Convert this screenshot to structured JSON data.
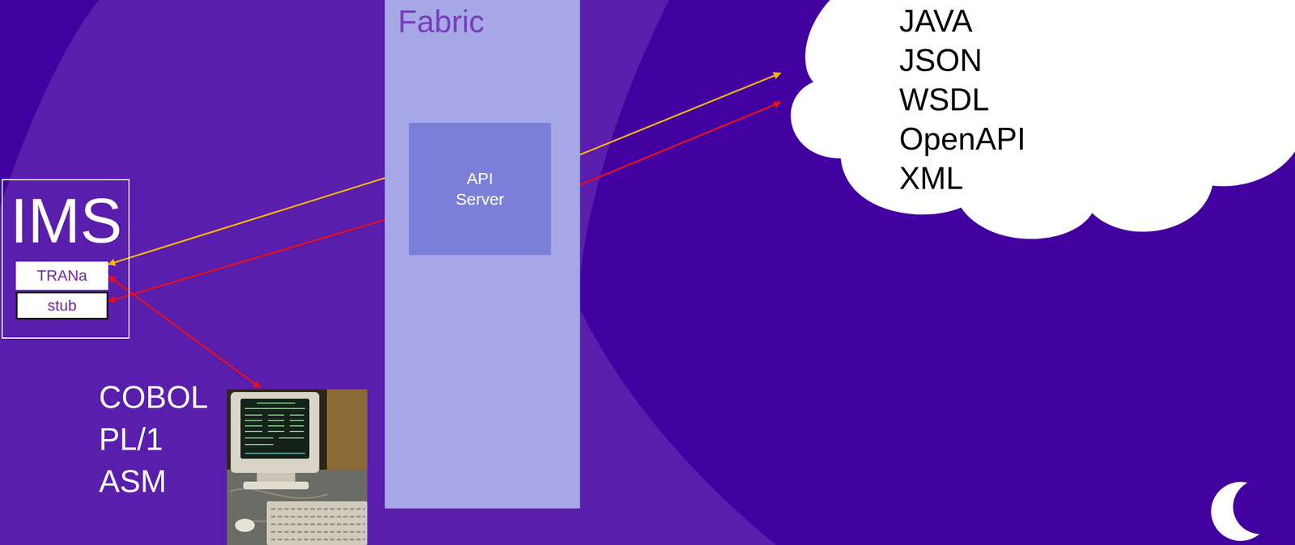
{
  "diagram": {
    "nodes": [
      {
        "text": [
          "Fabric"
        ]
      },
      {
        "text": [
          "API Server"
        ],
        "in": 0
      },
      {
        "text": [
          "IMS"
        ]
      },
      {
        "text": [
          "TRANa"
        ],
        "in": 2
      },
      {
        "text": [
          "stub"
        ],
        "in": 2
      },
      {
        "text": [
          "JAVA",
          "JSON",
          "WSDL",
          "OpenAPI",
          "XML"
        ]
      }
    ],
    "edges": [
      {
        "from": 3,
        "to": 1,
        "arrow": "both"
      },
      {
        "from": 4,
        "to": 1,
        "arrow": "both"
      },
      {
        "from": 1,
        "to": 5,
        "arrow": "both"
      },
      {
        "from": 1,
        "to": 5,
        "arrow": "both"
      }
    ],
    "labels": [
      "COBOL",
      "PL/1",
      "ASM"
    ]
  }
}
